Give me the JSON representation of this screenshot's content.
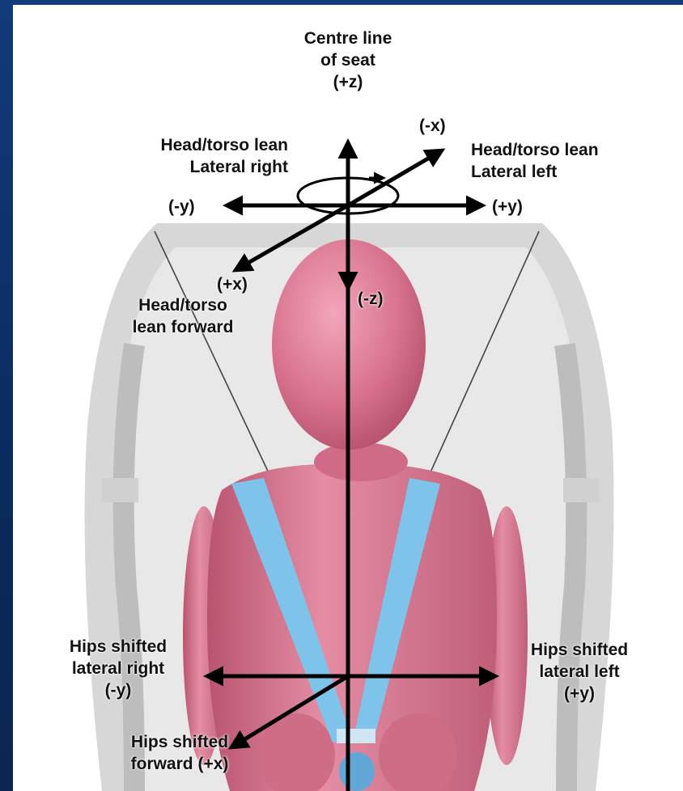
{
  "labels": {
    "centre_line_1": "Centre line",
    "centre_line_2": "of seat",
    "plus_z": "(+z)",
    "minus_x": "(-x)",
    "head_lean_right_1": "Head/torso lean",
    "head_lean_right_2": "Lateral right",
    "minus_y_top": "(-y)",
    "head_lean_left_1": "Head/torso lean",
    "head_lean_left_2": "Lateral left",
    "plus_y_top": "(+y)",
    "plus_x_top": "(+x)",
    "minus_z": "(-z)",
    "head_forward_1": "Head/torso",
    "head_forward_2": "lean forward",
    "hips_right_1": "Hips shifted",
    "hips_right_2": "lateral right",
    "minus_y_bottom": "(-y)",
    "hips_left_1": "Hips shifted",
    "hips_left_2": "lateral left",
    "plus_y_bottom": "(+y)",
    "hips_forward_1": "Hips shifted",
    "hips_forward_2": "forward (+x)"
  },
  "colors": {
    "slide_background": "#0b2f66",
    "dummy_body": "#d9738f",
    "seat_shell": "#d6d6d6",
    "harness_strap": "#7ec3ea",
    "axis_lines": "#000000"
  },
  "icons": [
    "seat-shell",
    "child-dummy",
    "harness-straps",
    "rotation-arrow"
  ]
}
